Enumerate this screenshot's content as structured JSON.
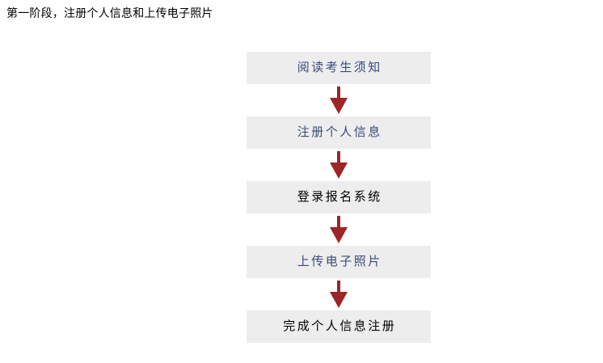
{
  "page": {
    "title": "第一阶段，注册个人信息和上传电子照片",
    "background_color": "#ffffff"
  },
  "flowchart": {
    "box_background_color": "#ededed",
    "arrow_color": "#9d2526",
    "text_color_blue": "#3b4a7a",
    "text_color_black": "#000000",
    "steps": [
      {
        "label": "阅读考生须知",
        "tone": "blue"
      },
      {
        "label": "注册个人信息",
        "tone": "blue"
      },
      {
        "label": "登录报名系统",
        "tone": "black"
      },
      {
        "label": "上传电子照片",
        "tone": "blue"
      },
      {
        "label": "完成个人信息注册",
        "tone": "black"
      }
    ],
    "connectors": [
      {
        "icon": "arrow-down-icon"
      },
      {
        "icon": "arrow-down-icon"
      },
      {
        "icon": "arrow-down-icon"
      },
      {
        "icon": "arrow-down-icon"
      }
    ]
  }
}
